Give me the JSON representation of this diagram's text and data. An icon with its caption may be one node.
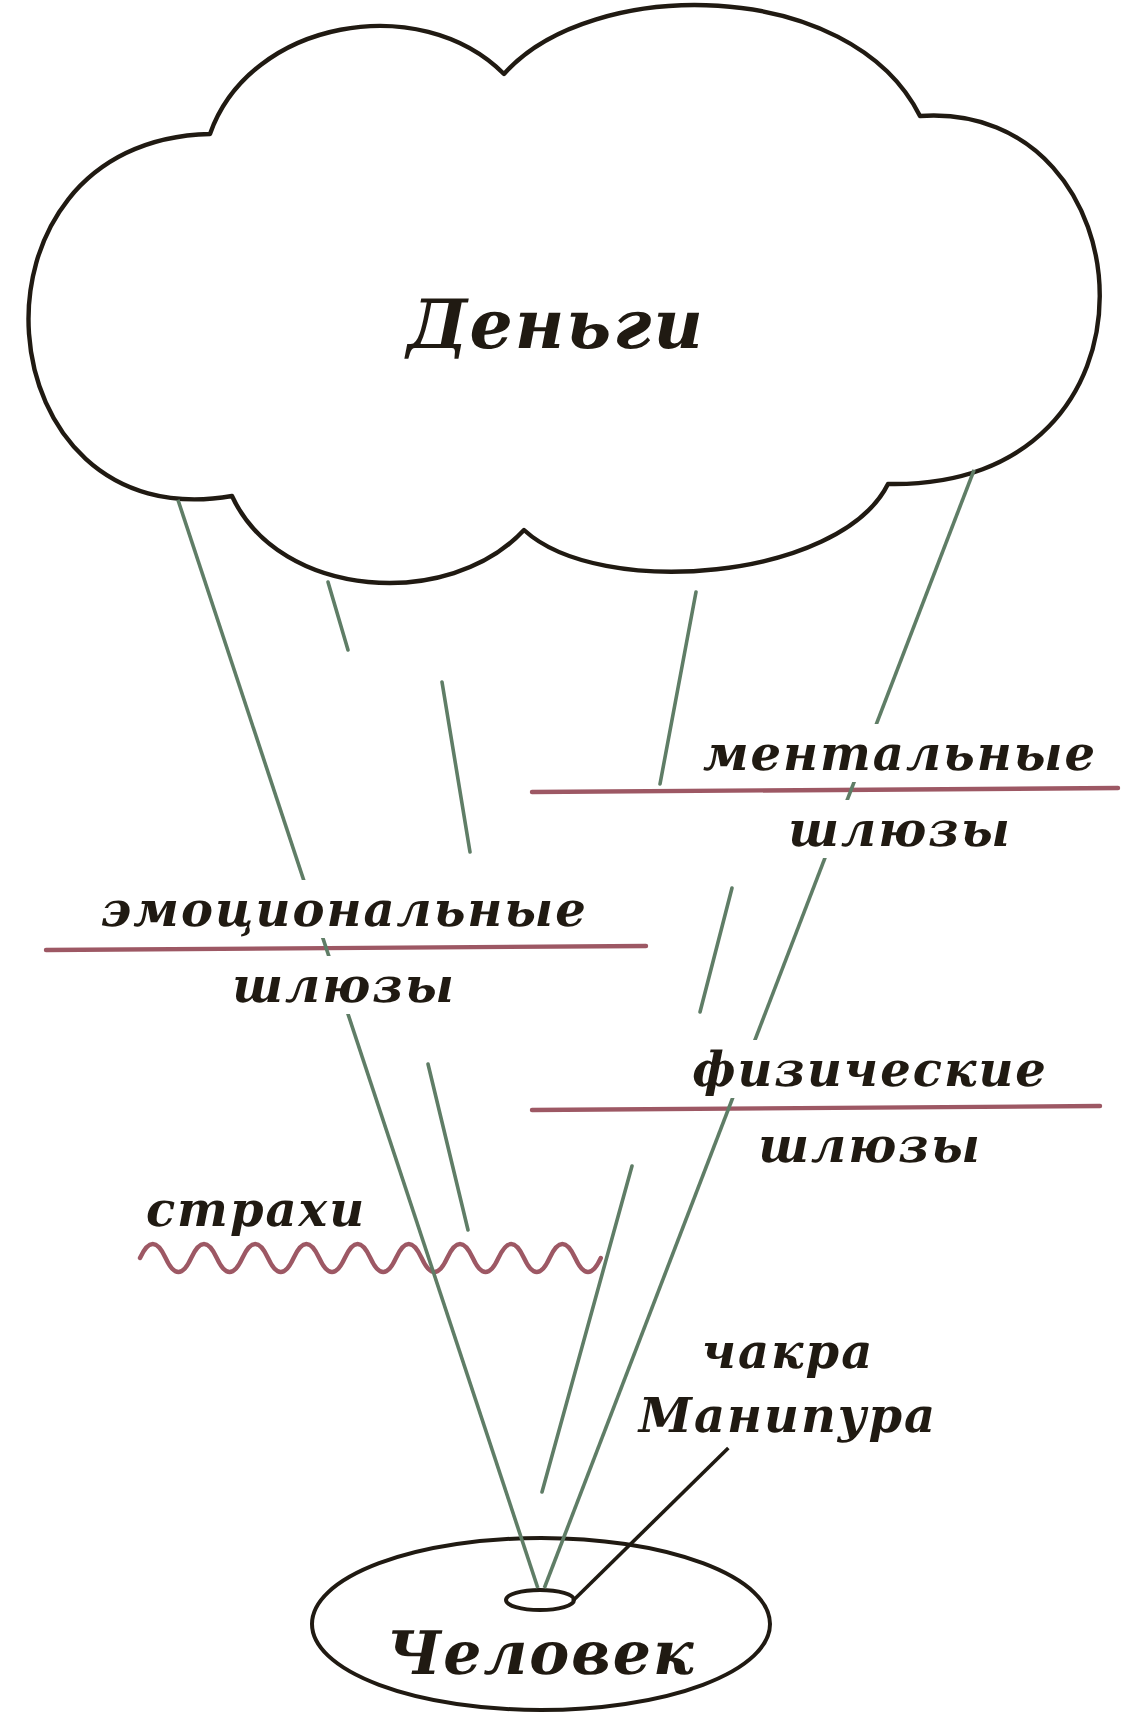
{
  "diagram": {
    "nodes": [
      {
        "text": [
          "Деньги"
        ]
      },
      {
        "text": [
          "Человек"
        ]
      },
      {
        "text": [],
        "shape": "ellipse",
        "in": 1
      },
      {
        "text": [
          "чакра Манипура"
        ]
      }
    ],
    "edges": [
      {
        "from": 0,
        "to": 2,
        "arrow": "none"
      },
      {
        "from": 0,
        "to": 2,
        "arrow": "none"
      },
      {
        "from": 3,
        "to": 2,
        "arrow": "none",
        "color": "#1f1a12"
      }
    ],
    "labels": [
      "ментальные шлюзы",
      "эмоциональные шлюзы",
      "физические шлюзы",
      "страхи"
    ]
  }
}
